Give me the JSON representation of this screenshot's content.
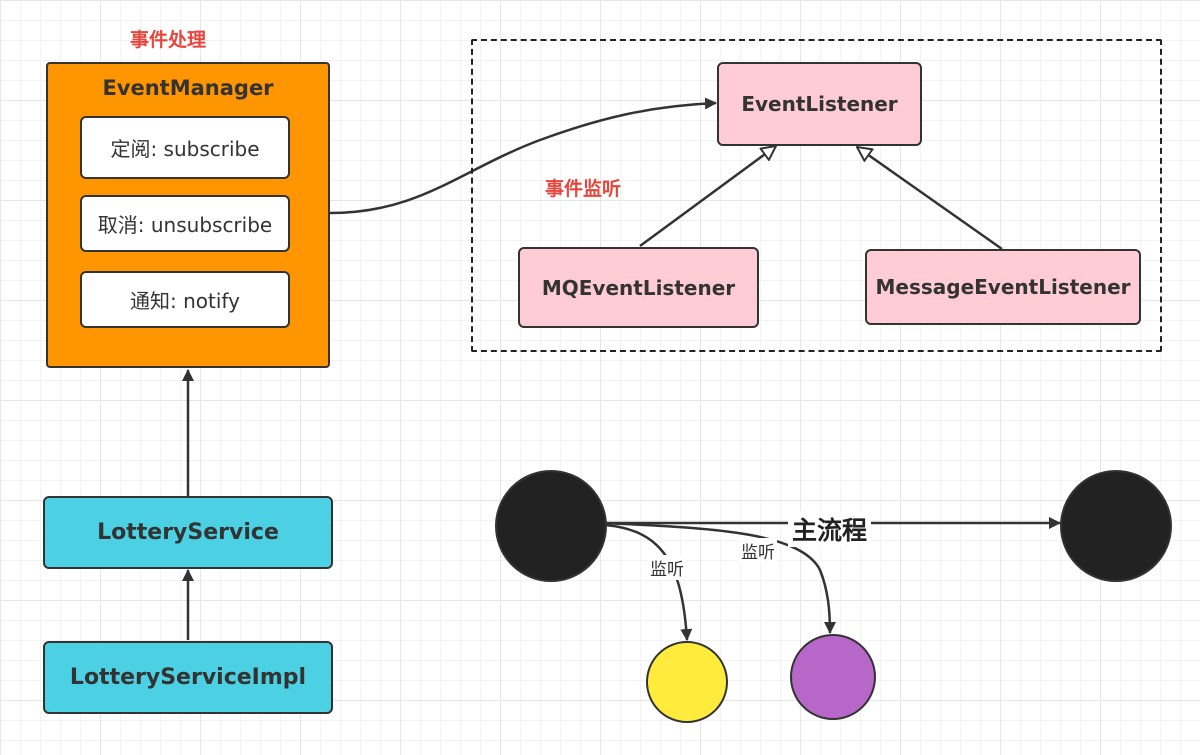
{
  "labels": {
    "event_handling": "事件处理",
    "event_listening": "事件监听",
    "main_flow": "主流程",
    "listen_1": "监听",
    "listen_2": "监听"
  },
  "event_manager": {
    "title": "EventManager",
    "methods": [
      "定阅: subscribe",
      "取消: unsubscribe",
      "通知: notify"
    ]
  },
  "listeners": {
    "base": "EventListener",
    "mq": "MQEventListener",
    "message": "MessageEventListener"
  },
  "services": {
    "service": "LotteryService",
    "impl": "LotteryServiceImpl"
  },
  "colors": {
    "orange": "#ff9500",
    "pink": "#ffccd5",
    "cyan": "#4cd1e4",
    "black_node": "#222222",
    "yellow_node": "#ffeb3b",
    "purple_node": "#b667c8",
    "label_red": "#e8453c"
  }
}
